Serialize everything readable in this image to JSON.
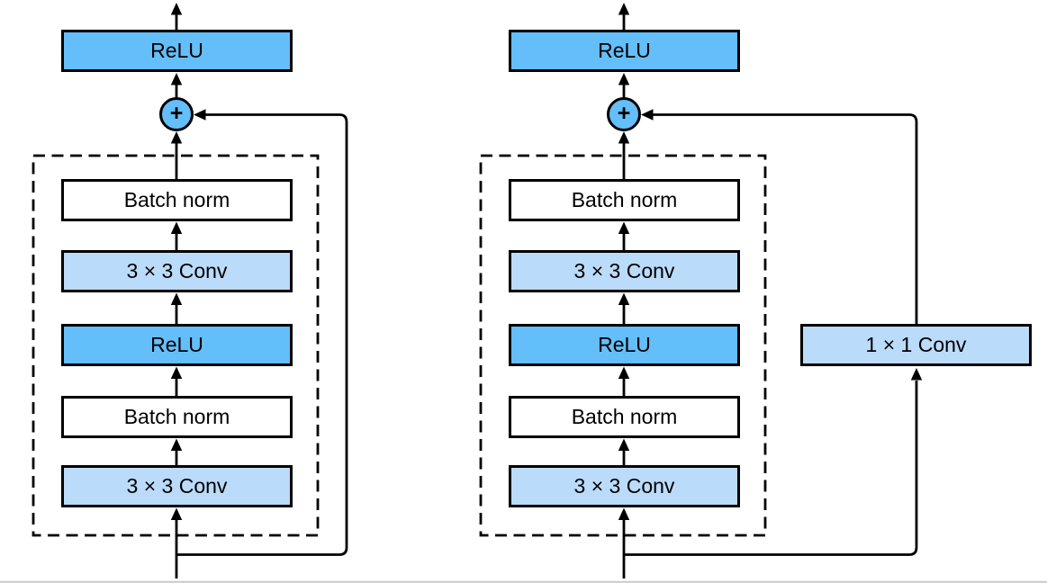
{
  "colors": {
    "activation_fill": "#64BEF9",
    "conv_fill": "#BBDBFA",
    "plain_fill": "#ffffff",
    "line": "#000000",
    "background": "#ffffff"
  },
  "left": {
    "output_activation": "ReLU",
    "adder": "+",
    "layers": [
      "Batch norm",
      "3 × 3 Conv",
      "ReLU",
      "Batch norm",
      "3 × 3 Conv"
    ]
  },
  "right": {
    "output_activation": "ReLU",
    "adder": "+",
    "layers": [
      "Batch norm",
      "3 × 3 Conv",
      "ReLU",
      "Batch norm",
      "3 × 3 Conv"
    ],
    "shortcut": "1 × 1 Conv"
  }
}
